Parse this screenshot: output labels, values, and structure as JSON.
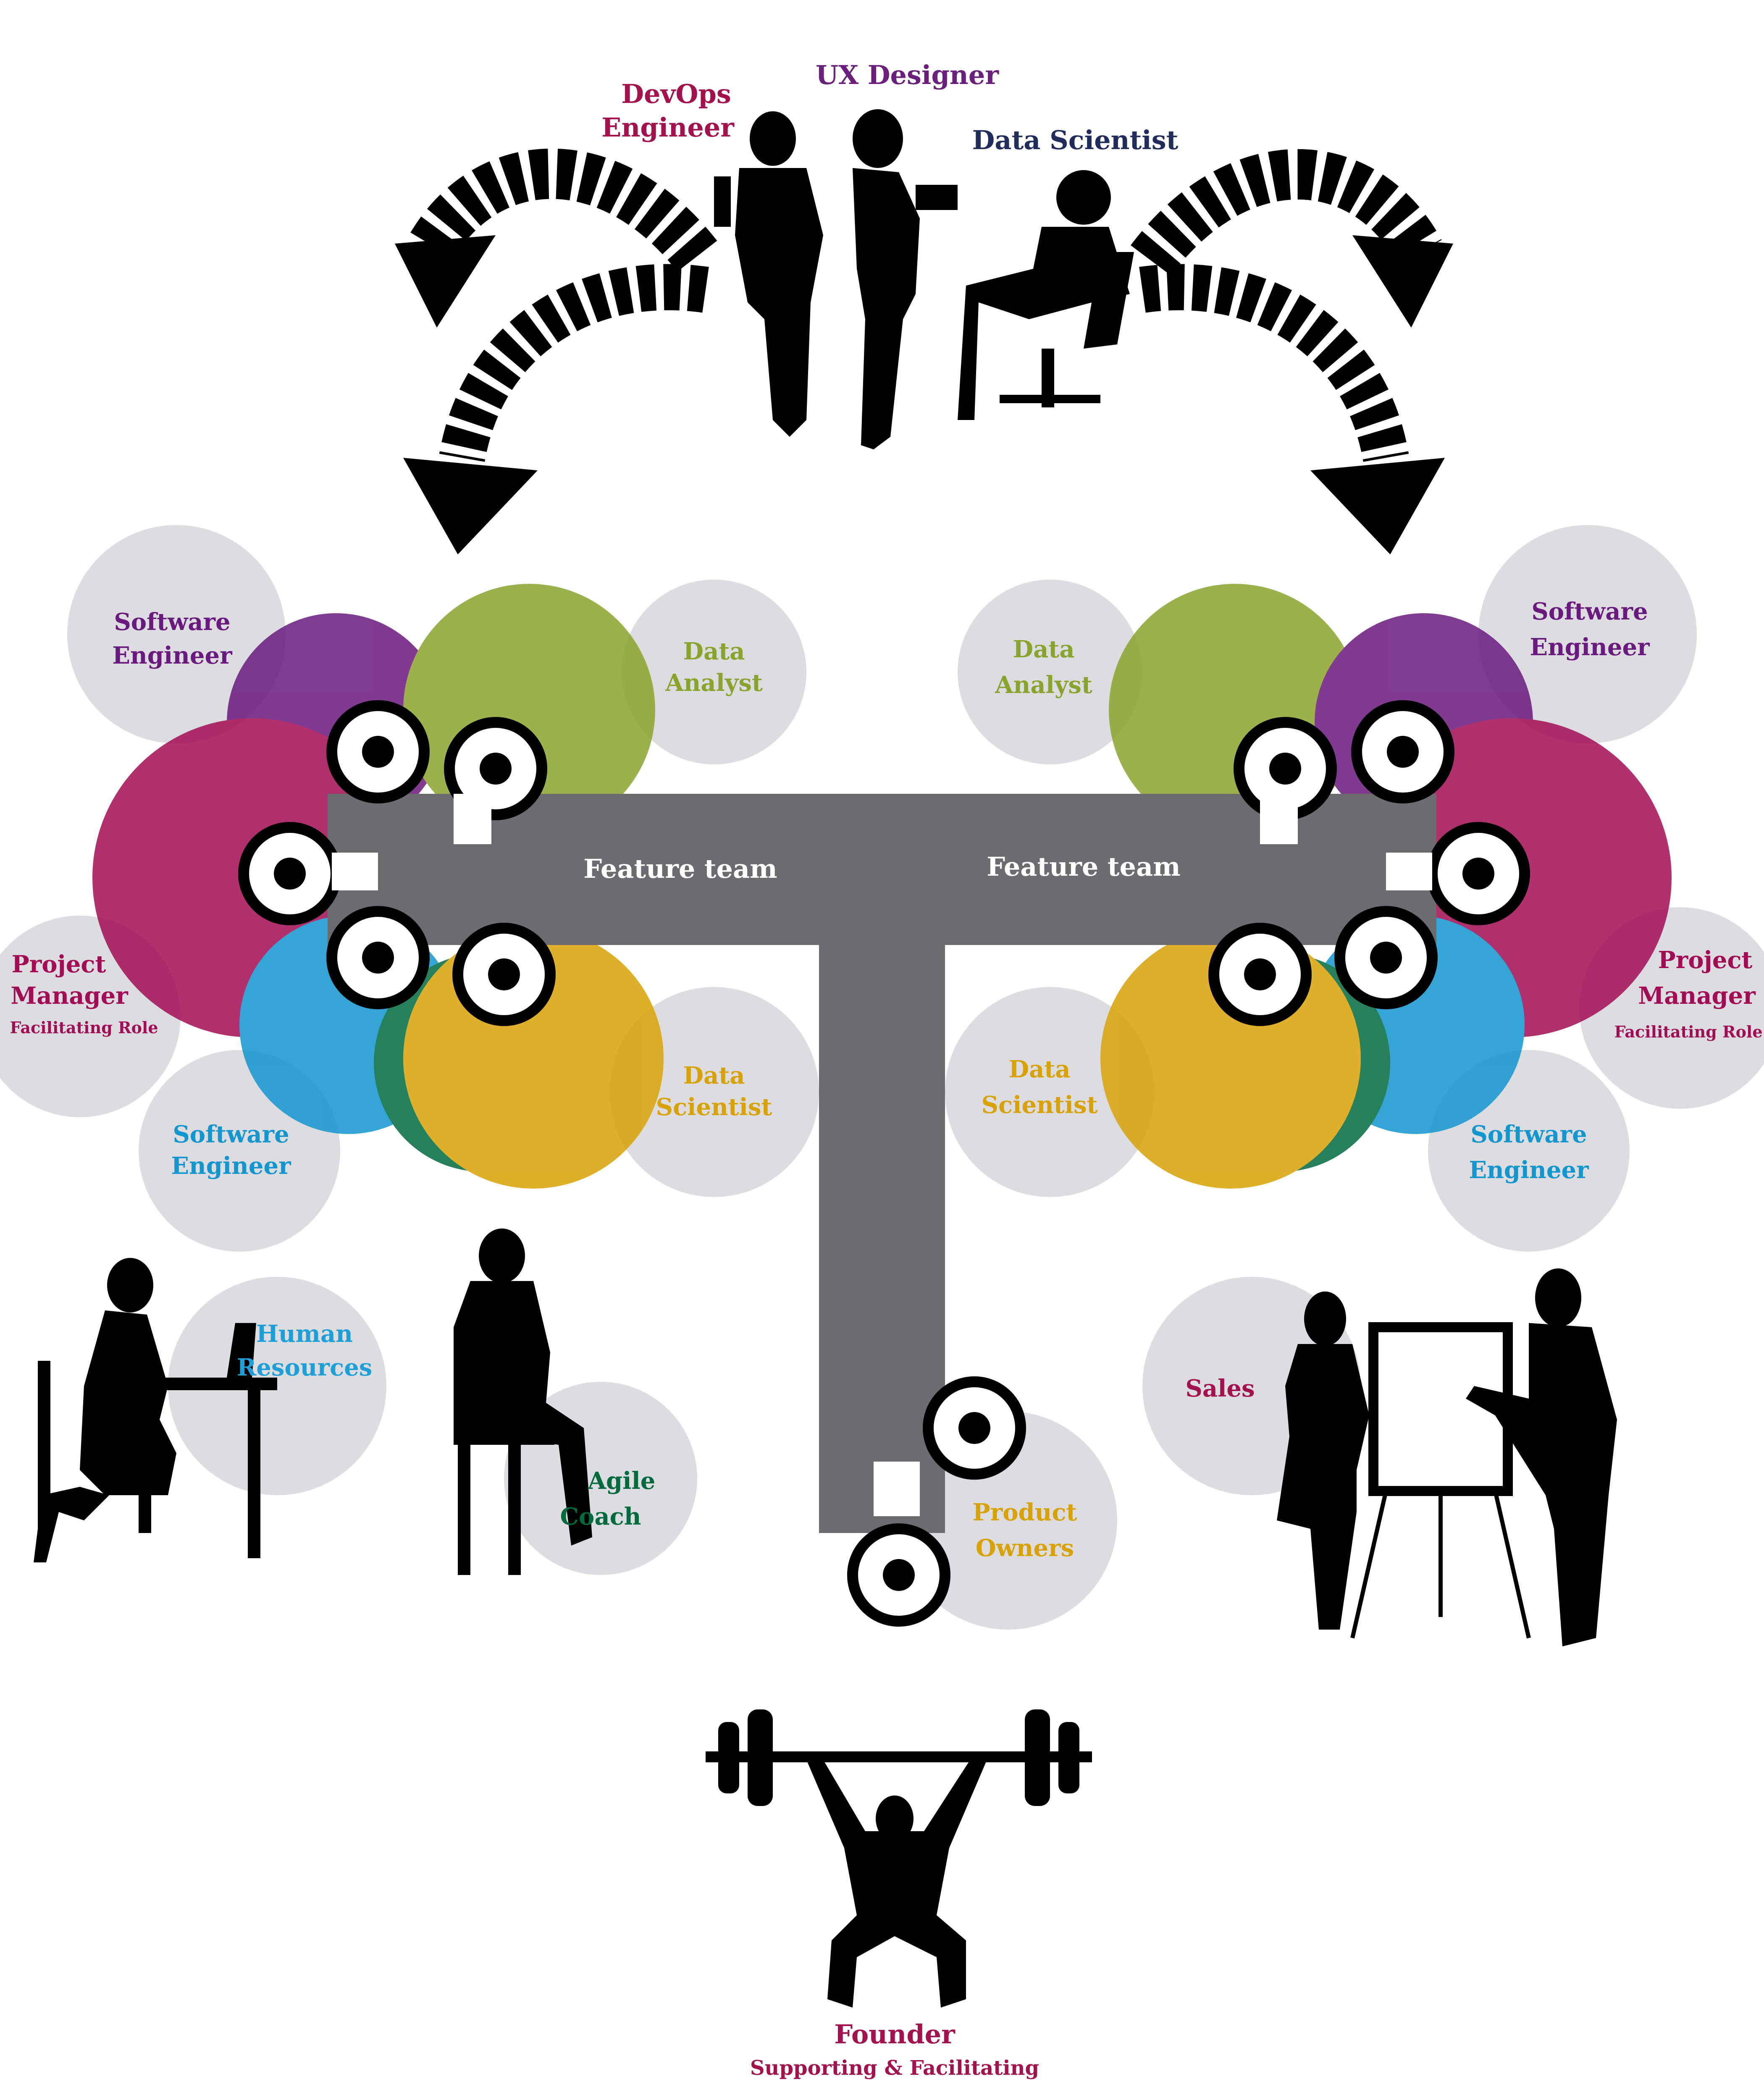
{
  "colors": {
    "devops": "#a3114f",
    "ux": "#6a1f7c",
    "data_scientist_top": "#1f2c5c",
    "purple": "#6a1a7e",
    "olive": "#8ba32c",
    "magenta": "#a30c55",
    "navy": "#0b2a64",
    "blue": "#1296cf",
    "green": "#006a3f",
    "gold": "#d8a205",
    "table": "#6b6b70",
    "bubble": "#d9d9de",
    "hr": "#1e9fd8",
    "agile": "#006a3f",
    "sales": "#a3114f",
    "product": "#d8a205",
    "founder": "#a3114f"
  },
  "labels": {
    "devops": {
      "line1": "DevOps",
      "line2": "Engineer"
    },
    "ux": "UX Designer",
    "data_scientist_top": "Data Scientist",
    "feature_team_left": "Feature team",
    "feature_team_right": "Feature team",
    "left": {
      "software_engineer_top": {
        "line1": "Software",
        "line2": "Engineer"
      },
      "data_analyst": {
        "line1": "Data",
        "line2": "Analyst"
      },
      "project_manager": {
        "line1": "Project",
        "line2": "Manager",
        "line3": "Facilitating Role"
      },
      "software_engineer_bottom": {
        "line1": "Software",
        "line2": "Engineer"
      },
      "data_scientist": {
        "line1": "Data",
        "line2": "Scientist"
      }
    },
    "right": {
      "software_engineer_top": {
        "line1": "Software",
        "line2": "Engineer"
      },
      "data_analyst": {
        "line1": "Data",
        "line2": "Analyst"
      },
      "project_manager": {
        "line1": "Project",
        "line2": "Manager",
        "line3": "Facilitating Role"
      },
      "software_engineer_bottom": {
        "line1": "Software",
        "line2": "Engineer"
      },
      "data_scientist": {
        "line1": "Data",
        "line2": "Scientist"
      }
    },
    "human_resources": {
      "line1": "Human",
      "line2": "Resources"
    },
    "agile_coach": {
      "line1": "Agile",
      "line2": "Coach"
    },
    "sales": "Sales",
    "product_owners": {
      "line1": "Product",
      "line2": "Owners"
    },
    "founder": {
      "line1": "Founder",
      "line2": "Supporting & Facilitating"
    }
  },
  "icons": {
    "arrows": "dashed-curved-arrow-icon",
    "people": "person-silhouette-icon",
    "seated": "seated-person-topview-icon",
    "weightlifter": "weightlifter-icon",
    "flipchart": "flipchart-icon"
  }
}
